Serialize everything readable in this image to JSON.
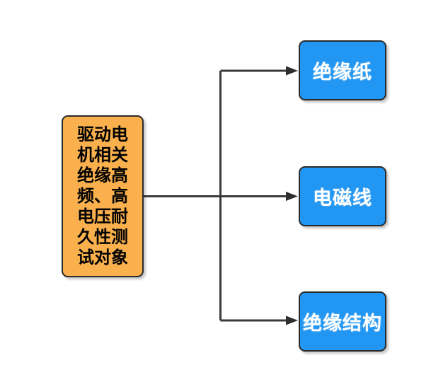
{
  "diagram": {
    "type": "flowchart",
    "background_color": "#ffffff",
    "root_node": {
      "label": "驱动电机相关绝缘高频、高电压耐久性测试对象",
      "fill_color": "#f9b04d",
      "text_color": "#000000",
      "border_color": "#2b2b2b"
    },
    "child_nodes": [
      {
        "label": "绝缘纸",
        "fill_color": "#2196f3",
        "text_color": "#ffffff",
        "border_color": "#2b2b2b"
      },
      {
        "label": "电磁线",
        "fill_color": "#2196f3",
        "text_color": "#ffffff",
        "border_color": "#2b2b2b"
      },
      {
        "label": "绝缘结构",
        "fill_color": "#2196f3",
        "text_color": "#ffffff",
        "border_color": "#2b2b2b"
      }
    ],
    "edges": [
      {
        "from": "驱动电机相关绝缘高频、高电压耐久性测试对象",
        "to": "绝缘纸",
        "arrow": "filled-triangle"
      },
      {
        "from": "驱动电机相关绝缘高频、高电压耐久性测试对象",
        "to": "电磁线",
        "arrow": "filled-triangle"
      },
      {
        "from": "驱动电机相关绝缘高频、高电压耐久性测试对象",
        "to": "绝缘结构",
        "arrow": "filled-triangle"
      }
    ],
    "connector_color": "#3a3a3a"
  }
}
